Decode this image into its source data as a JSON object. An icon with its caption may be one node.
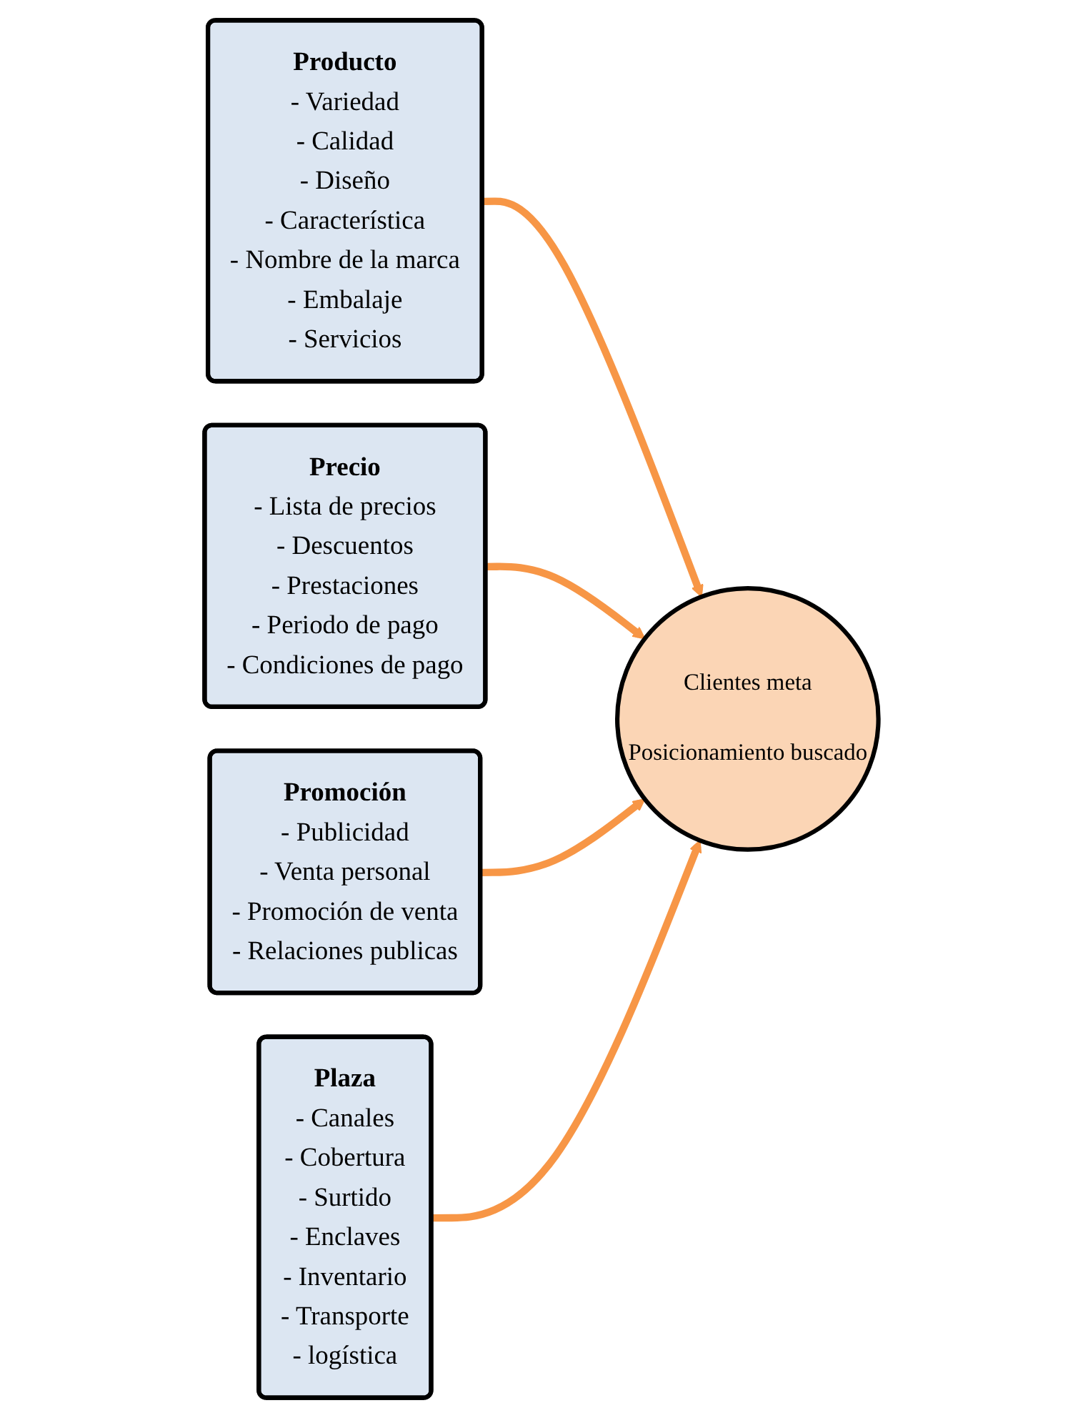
{
  "diagram": {
    "nodes": [
      {
        "text": [
          "Producto",
          "- Variedad",
          "- Calidad",
          "- Diseño",
          "- Característica",
          "- Nombre de la marca",
          "- Embalaje",
          "- Servicios"
        ]
      },
      {
        "text": [
          "Precio",
          "- Lista de precios",
          "- Descuentos",
          "- Prestaciones",
          "- Periodo de pago",
          "- Condiciones de pago"
        ]
      },
      {
        "text": [
          "Clientes meta",
          "Posicionamiento buscado"
        ]
      },
      {
        "text": [
          "Promoción",
          "- Publicidad",
          "- Venta personal",
          "- Promoción de venta",
          "- Relaciones publicas"
        ]
      },
      {
        "text": [
          "Plaza",
          "- Canales",
          "- Cobertura",
          "- Surtido",
          "- Enclaves",
          "- Inventario",
          "- Transporte",
          "- logística"
        ]
      }
    ],
    "edges": [
      {
        "from": 0,
        "to": 2,
        "arrow": "to"
      },
      {
        "from": 1,
        "to": 2,
        "arrow": "to"
      },
      {
        "from": 3,
        "to": 2,
        "arrow": "to"
      },
      {
        "from": 4,
        "to": 2,
        "arrow": "to"
      }
    ]
  }
}
